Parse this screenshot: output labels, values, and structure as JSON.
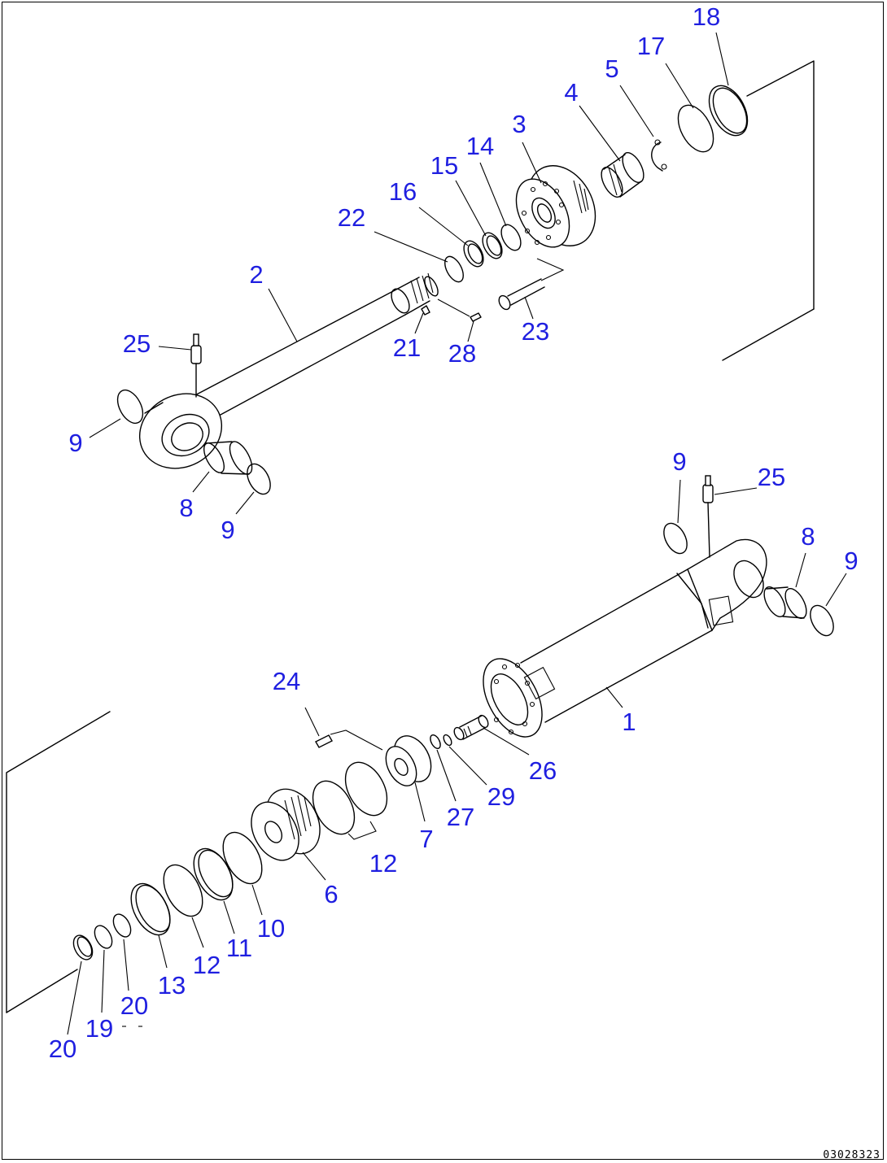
{
  "callouts": [
    {
      "id": "c18",
      "label": "18"
    },
    {
      "id": "c17",
      "label": "17"
    },
    {
      "id": "c5",
      "label": "5"
    },
    {
      "id": "c4",
      "label": "4"
    },
    {
      "id": "c3",
      "label": "3"
    },
    {
      "id": "c14",
      "label": "14"
    },
    {
      "id": "c15",
      "label": "15"
    },
    {
      "id": "c16",
      "label": "16"
    },
    {
      "id": "c22",
      "label": "22"
    },
    {
      "id": "c2",
      "label": "2"
    },
    {
      "id": "c25a",
      "label": "25"
    },
    {
      "id": "c21",
      "label": "21"
    },
    {
      "id": "c28",
      "label": "28"
    },
    {
      "id": "c23",
      "label": "23"
    },
    {
      "id": "c9a",
      "label": "9"
    },
    {
      "id": "c8a",
      "label": "8"
    },
    {
      "id": "c9b",
      "label": "9"
    },
    {
      "id": "c9c",
      "label": "9"
    },
    {
      "id": "c25b",
      "label": "25"
    },
    {
      "id": "c8b",
      "label": "8"
    },
    {
      "id": "c9d",
      "label": "9"
    },
    {
      "id": "c24",
      "label": "24"
    },
    {
      "id": "c1",
      "label": "1"
    },
    {
      "id": "c26",
      "label": "26"
    },
    {
      "id": "c29",
      "label": "29"
    },
    {
      "id": "c27",
      "label": "27"
    },
    {
      "id": "c7",
      "label": "7"
    },
    {
      "id": "c12a",
      "label": "12"
    },
    {
      "id": "c6",
      "label": "6"
    },
    {
      "id": "c10",
      "label": "10"
    },
    {
      "id": "c11",
      "label": "11"
    },
    {
      "id": "c12b",
      "label": "12"
    },
    {
      "id": "c13",
      "label": "13"
    },
    {
      "id": "c20a",
      "label": "20"
    },
    {
      "id": "c19",
      "label": "19"
    },
    {
      "id": "c20b",
      "label": "20"
    }
  ],
  "drawing_code": "03028323",
  "colors": {
    "callout": "#1f1fe0",
    "line": "#000000",
    "background": "#ffffff"
  }
}
